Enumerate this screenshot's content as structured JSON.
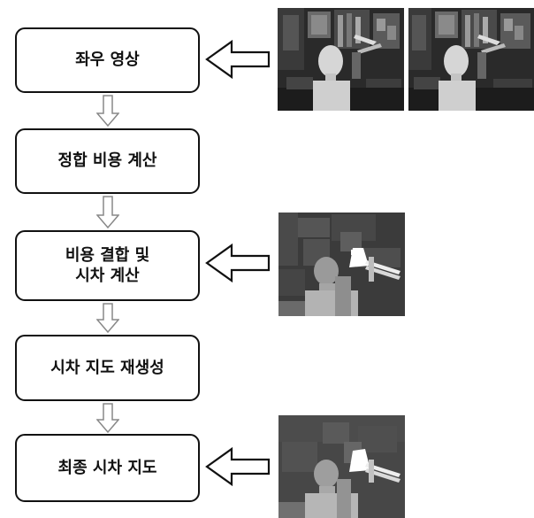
{
  "steps": [
    {
      "label": "좌우 영상"
    },
    {
      "label": "정합 비용 계산"
    },
    {
      "label": "비용 결합 및\n시차 계산"
    },
    {
      "label": "시차 지도 재생성"
    },
    {
      "label": "최종 시차 지도"
    }
  ],
  "colors": {
    "border": "#111111",
    "arrow_fill": "#ffffff",
    "arrow_stroke": "#111111",
    "down_arrow_stroke": "#888888"
  },
  "images": [
    {
      "name": "left-stereo-image",
      "kind": "photo"
    },
    {
      "name": "right-stereo-image",
      "kind": "photo"
    },
    {
      "name": "disparity-map-image",
      "kind": "disparity"
    },
    {
      "name": "final-disparity-map-image",
      "kind": "disparity"
    }
  ]
}
